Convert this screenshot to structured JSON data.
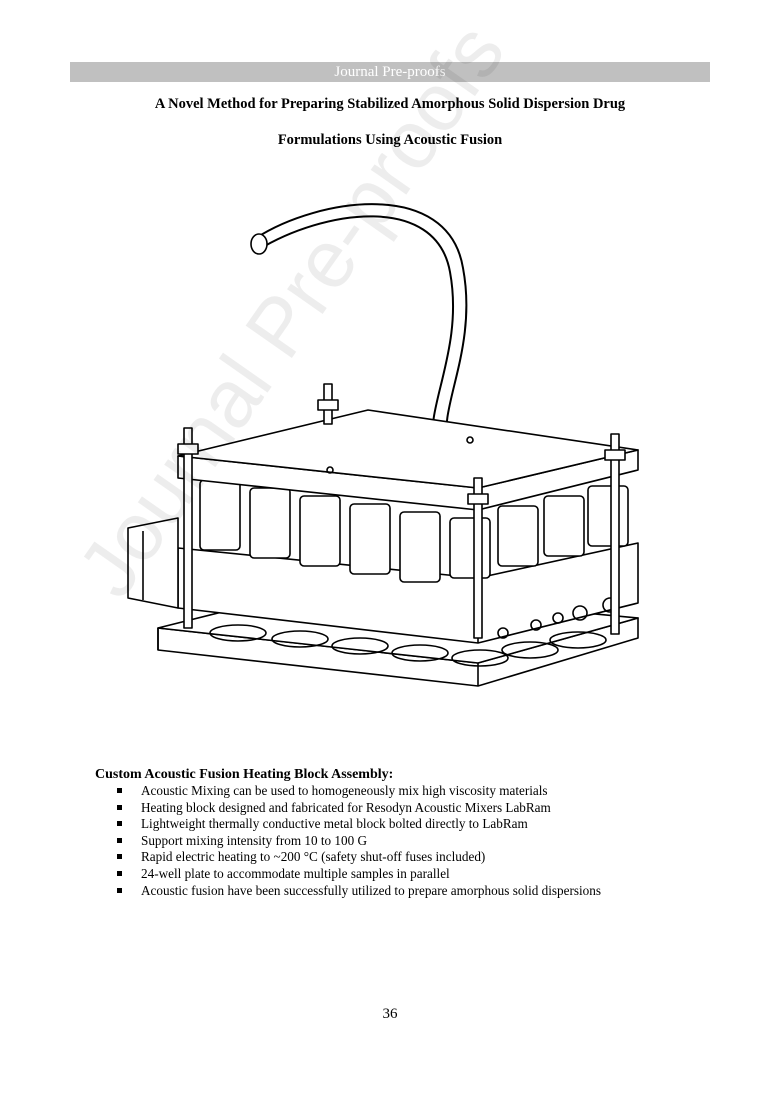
{
  "header": {
    "journal": "Journal Pre-proofs"
  },
  "title": {
    "line1": "A Novel Method for Preparing Stabilized Amorphous Solid Dispersion Drug",
    "line2": "Formulations Using  Acoustic Fusion"
  },
  "watermark": {
    "text": "Journal Pre-proofs"
  },
  "section": {
    "heading": "Custom Acoustic Fusion Heating Block Assembly:",
    "bullets": [
      "Acoustic Mixing can be used to homogeneously mix high viscosity materials",
      "Heating block designed and fabricated for Resodyn Acoustic Mixers LabRam",
      "Lightweight thermally conductive metal block bolted directly to LabRam",
      "Support mixing intensity from 10 to 100 G",
      "Rapid electric heating to ~200 °C (safety shut-off fuses included)",
      "24-well plate to accommodate multiple samples in parallel",
      "Acoustic fusion have been successfully utilized to prepare amorphous solid dispersions"
    ]
  },
  "footer": {
    "page_number": "36"
  }
}
